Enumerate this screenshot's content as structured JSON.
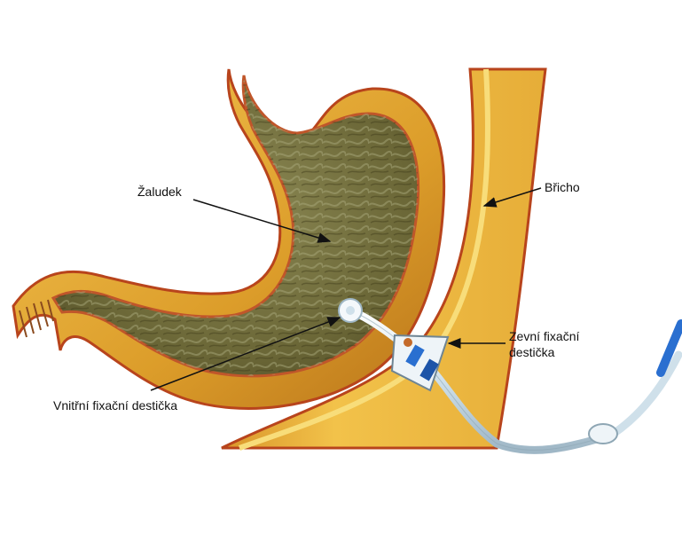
{
  "labels": {
    "stomach": "Žaludek",
    "abdomen": "Břicho",
    "external_plate_line1": "Zevní fixační",
    "external_plate_line2": "destička",
    "internal_plate": "Vnitřní fixační destička"
  },
  "colors": {
    "stomach_lining": "#6e6a3a",
    "stomach_wall": "#e0a830",
    "wall_edge": "#b8441c",
    "abdomen_skin": "#f2c24a",
    "tube": "#cfe0ea",
    "connector": "#2a6fd0"
  }
}
